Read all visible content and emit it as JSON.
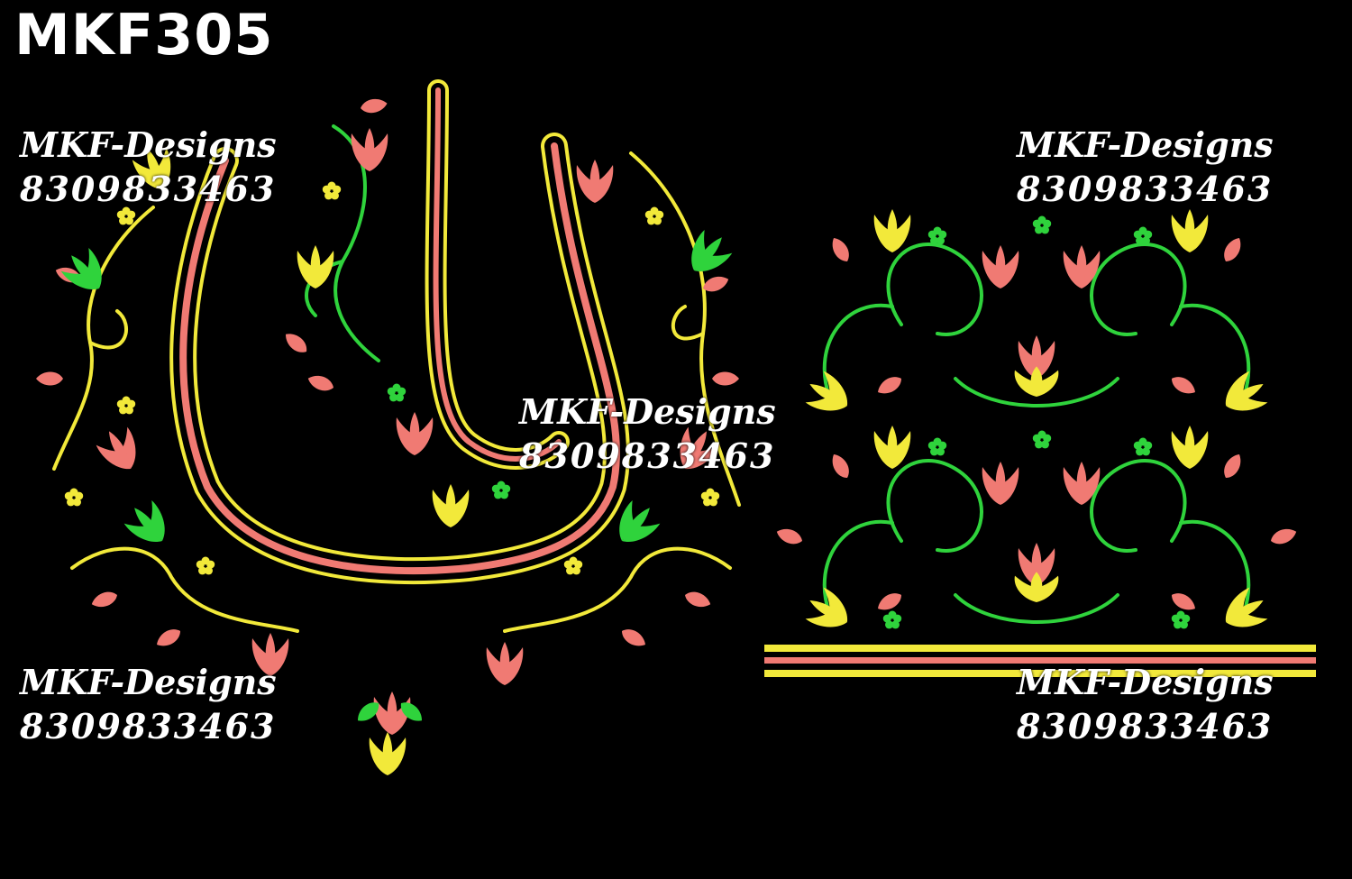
{
  "design_code": "MKF305",
  "watermark": {
    "name": "MKF-Designs",
    "phone": "8309833463"
  },
  "colors": {
    "background": "#000000",
    "pink": "#f07a73",
    "yellow": "#f2e93a",
    "green": "#2fd33c",
    "text": "#ffffff"
  }
}
